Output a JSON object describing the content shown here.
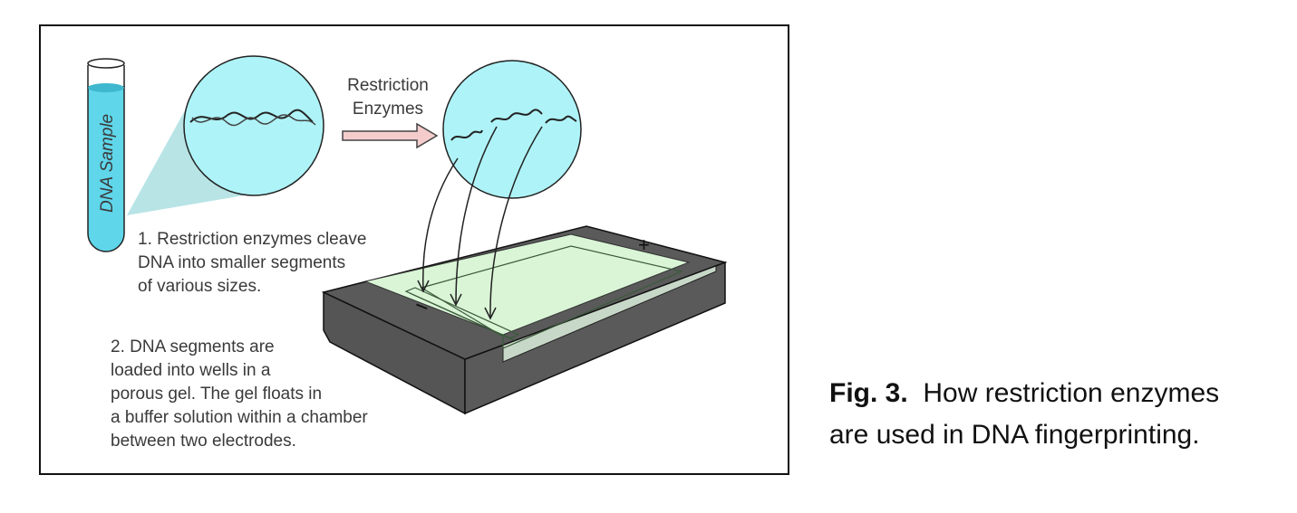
{
  "figure": {
    "tube_label": "DNA Sample",
    "arrow_label": [
      "Restriction",
      "Enzymes"
    ],
    "step1": [
      "1. Restriction enzymes cleave",
      "DNA into smaller segments",
      "of various sizes."
    ],
    "step2": [
      "2. DNA segments are",
      "loaded into wells in a",
      "porous gel.  The gel floats in",
      "a buffer solution within a chamber",
      "between two electrodes."
    ],
    "electrode_negative": "−",
    "electrode_positive": "+",
    "colors": {
      "cyan": "#aef3f7",
      "tube": "#5fd6ea",
      "gel": "#d9f5d6",
      "box": "#5a5a5a"
    }
  },
  "caption": {
    "label": "Fig. 3.",
    "text_line1": "How restriction enzymes",
    "text_line2": "are used in DNA fingerprinting."
  }
}
